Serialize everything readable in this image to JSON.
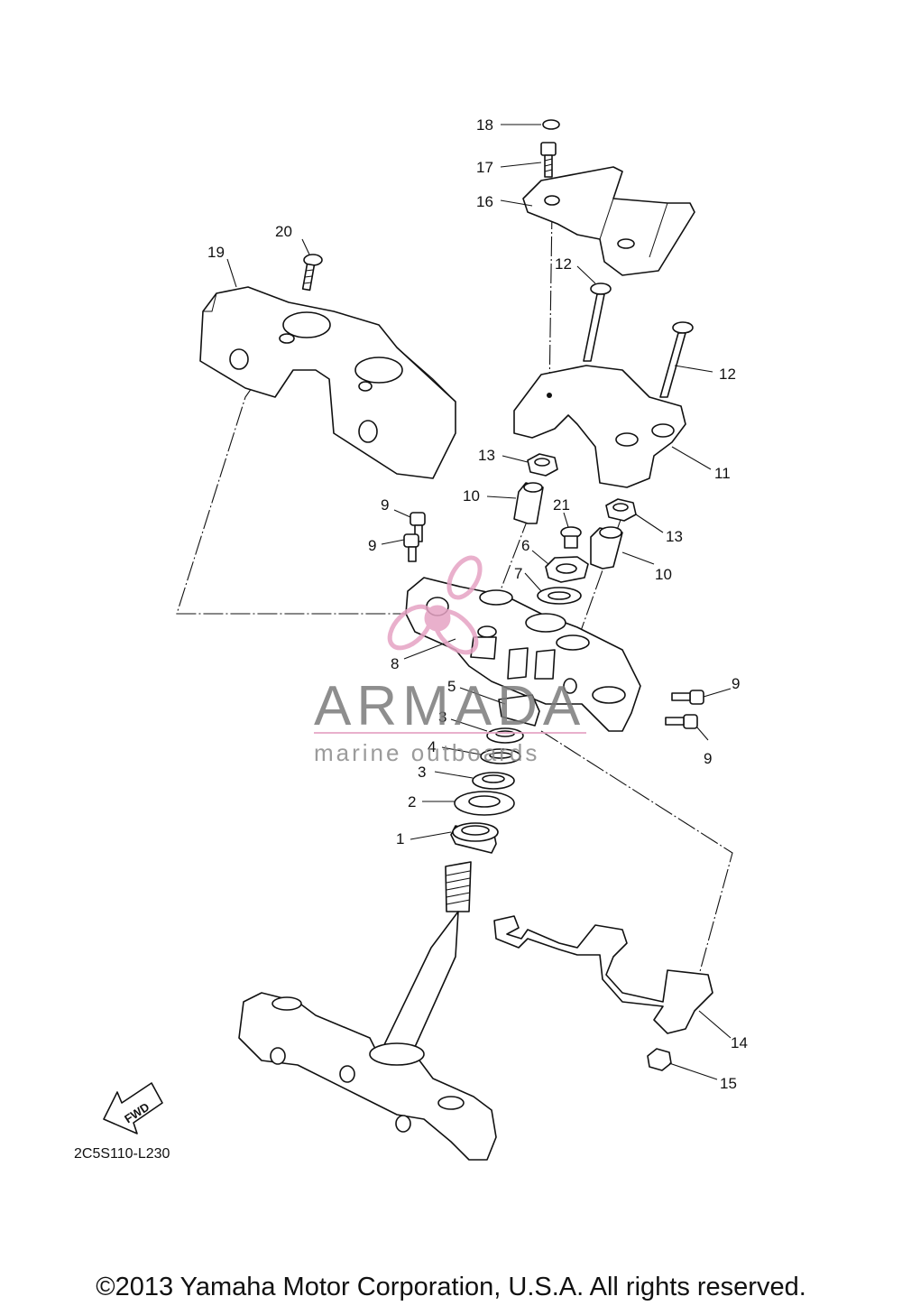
{
  "diagram": {
    "callouts": [
      "18",
      "17",
      "16",
      "20",
      "19",
      "12",
      "12",
      "13",
      "10",
      "11",
      "21",
      "9",
      "9",
      "13",
      "6",
      "7",
      "10",
      "8",
      "5",
      "9",
      "3",
      "4",
      "3",
      "9",
      "2",
      "1",
      "14",
      "15"
    ],
    "drawing_code": "2C5S110-L230",
    "fwd_label": "FWD"
  },
  "watermark": {
    "brand": "ARMADA",
    "tagline": "marine outboards",
    "colors": {
      "logo": "#e6a3c4",
      "text": "#7b7b7b"
    }
  },
  "footer": {
    "copyright": "©2013 Yamaha Motor Corporation, U.S.A. All rights reserved."
  }
}
